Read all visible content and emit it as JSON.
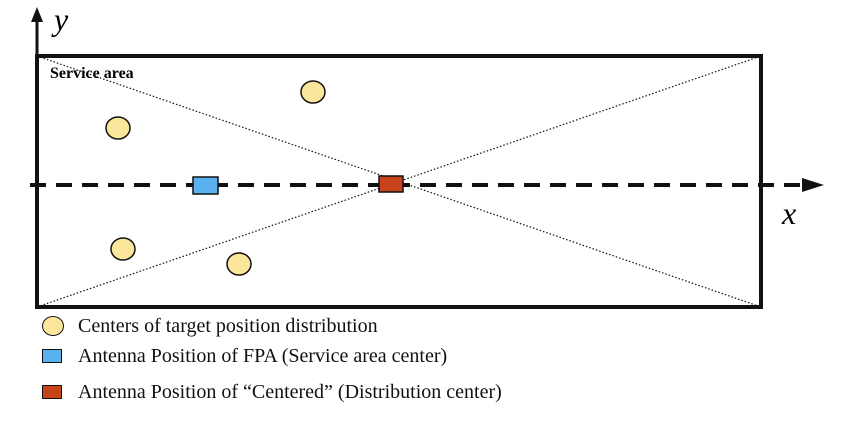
{
  "diagram": {
    "service_area_label": "Service area",
    "x_axis_label": "x",
    "y_axis_label": "y",
    "colors": {
      "target": "#fbe79c",
      "fpa": "#5ab1ee",
      "centered": "#c9431a",
      "outline": "#111111"
    }
  },
  "legend": {
    "items": [
      {
        "marker": "circle",
        "label": "Centers of target position distribution"
      },
      {
        "marker": "rect-blue",
        "label": "Antenna Position of FPA (Service area center)"
      },
      {
        "marker": "rect-red",
        "label": "Antenna Position of “Centered” (Distribution center)"
      }
    ]
  }
}
